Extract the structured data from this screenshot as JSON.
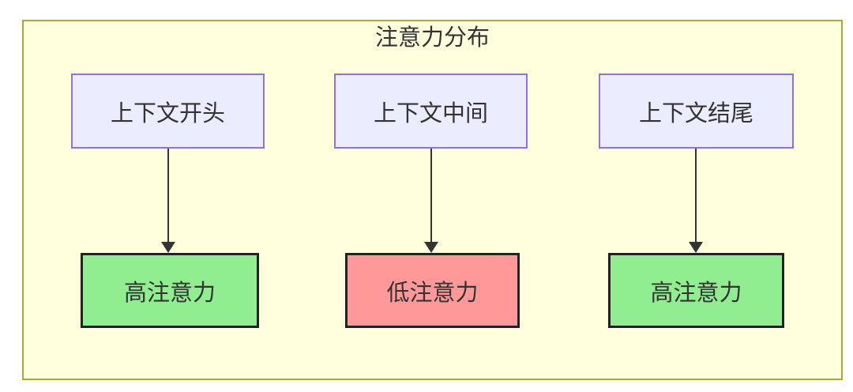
{
  "diagram": {
    "title": "注意力分布",
    "nodes": {
      "sources": [
        {
          "label": "上下文开头"
        },
        {
          "label": "上下文中间"
        },
        {
          "label": "上下文结尾"
        }
      ],
      "targets": [
        {
          "label": "高注意力",
          "level": "high"
        },
        {
          "label": "低注意力",
          "level": "low"
        },
        {
          "label": "高注意力",
          "level": "high"
        }
      ]
    },
    "edges": [
      {
        "from": "上下文开头",
        "to": "高注意力"
      },
      {
        "from": "上下文中间",
        "to": "低注意力"
      },
      {
        "from": "上下文结尾",
        "to": "高注意力"
      }
    ],
    "colors": {
      "frame_fill": "#ffffde",
      "frame_border": "#aaaa33",
      "source_fill": "#ececff",
      "source_border": "#9370db",
      "high_attention_fill": "#90ee90",
      "low_attention_fill": "#ff9999",
      "target_border": "#222222",
      "arrow": "#333333",
      "text": "#333333"
    }
  }
}
